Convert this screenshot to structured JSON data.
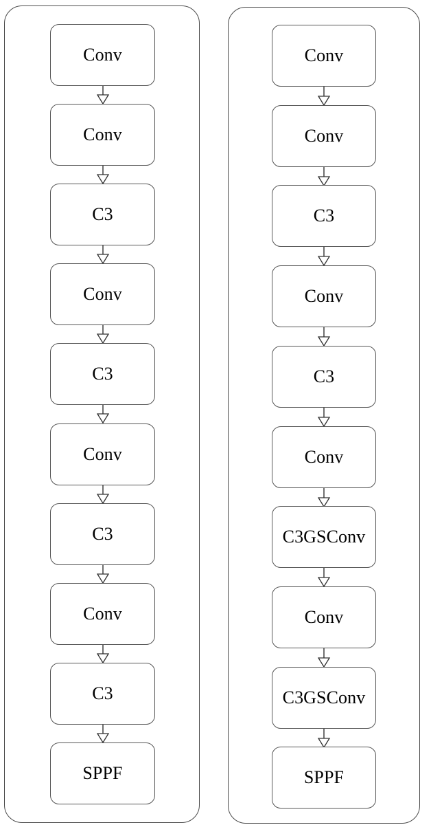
{
  "figure": {
    "type": "flowchart",
    "orientation": "vertical",
    "panel_count": 2,
    "colors": {
      "background": "#ffffff",
      "node_border": "#555555",
      "panel_border": "#4a4a4a",
      "arrow_stroke": "#303030",
      "arrow_fill": "#ffffff",
      "text": "#000000"
    }
  },
  "panels": [
    {
      "id": "baseline-backbone",
      "name": "left-panel",
      "nodes": [
        {
          "label": "Conv"
        },
        {
          "label": "Conv"
        },
        {
          "label": "C3"
        },
        {
          "label": "Conv"
        },
        {
          "label": "C3"
        },
        {
          "label": "Conv"
        },
        {
          "label": "C3"
        },
        {
          "label": "Conv"
        },
        {
          "label": "C3"
        },
        {
          "label": "SPPF"
        }
      ]
    },
    {
      "id": "improved-backbone",
      "name": "right-panel",
      "nodes": [
        {
          "label": "Conv"
        },
        {
          "label": "Conv"
        },
        {
          "label": "C3"
        },
        {
          "label": "Conv"
        },
        {
          "label": "C3"
        },
        {
          "label": "Conv"
        },
        {
          "label": "C3GSConv"
        },
        {
          "label": "Conv"
        },
        {
          "label": "C3GSConv"
        },
        {
          "label": "SPPF"
        }
      ]
    }
  ],
  "chart_data": {
    "type": "diagram",
    "title": "",
    "series": [
      {
        "name": "left-panel",
        "values": [
          "Conv",
          "Conv",
          "C3",
          "Conv",
          "C3",
          "Conv",
          "C3",
          "Conv",
          "C3",
          "SPPF"
        ]
      },
      {
        "name": "right-panel",
        "values": [
          "Conv",
          "Conv",
          "C3",
          "Conv",
          "C3",
          "Conv",
          "C3GSConv",
          "Conv",
          "C3GSConv",
          "SPPF"
        ]
      }
    ],
    "edges": "sequential-downward-arrows"
  }
}
